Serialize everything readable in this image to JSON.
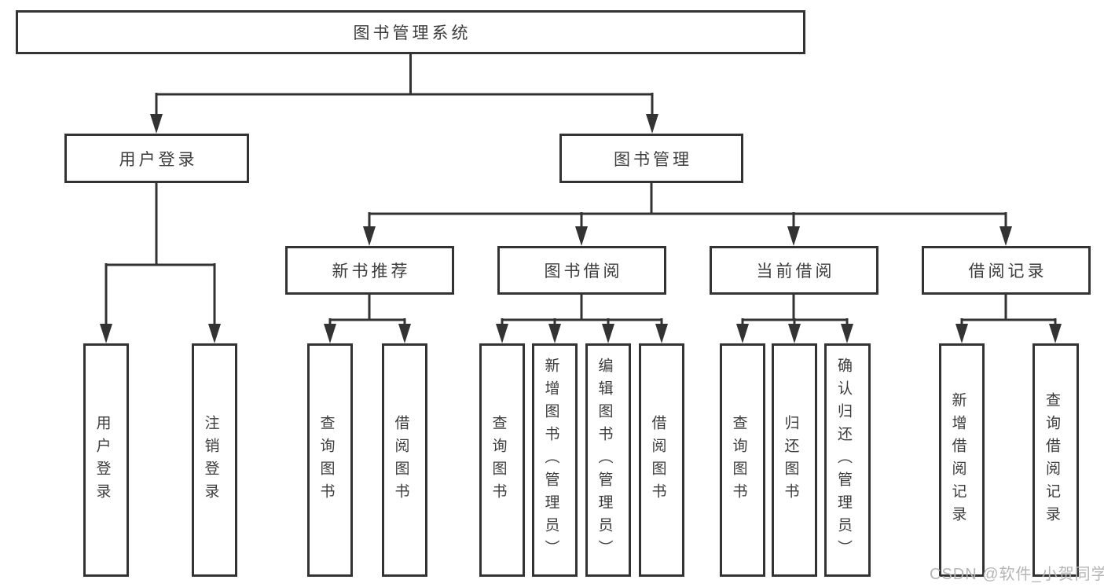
{
  "diagram": {
    "root": {
      "label": "图书管理系统"
    },
    "level2": [
      {
        "label": "用户登录"
      },
      {
        "label": "图书管理"
      }
    ],
    "level3": [
      {
        "label": "新书推荐"
      },
      {
        "label": "图书借阅"
      },
      {
        "label": "当前借阅"
      },
      {
        "label": "借阅记录"
      }
    ],
    "leaves": {
      "user_login": [
        {
          "label": "用户登录"
        },
        {
          "label": "注销登录"
        }
      ],
      "new_books": [
        {
          "label": "查询图书"
        },
        {
          "label": "借阅图书"
        }
      ],
      "book_borrow": [
        {
          "label": "查询图书"
        },
        {
          "label": "新增图书（管理员）"
        },
        {
          "label": "编辑图书（管理员）"
        },
        {
          "label": "借阅图书"
        }
      ],
      "current_borrow": [
        {
          "label": "查询图书"
        },
        {
          "label": "归还图书"
        },
        {
          "label": "确认归还（管理员）"
        }
      ],
      "borrow_records": [
        {
          "label": "新增借阅记录"
        },
        {
          "label": "查询借阅记录"
        }
      ]
    },
    "watermark": "CSDN @软件_小贺同学",
    "colors": {
      "line": "#333333",
      "text": "#3c3c3c",
      "watermark": "#b5b5b5",
      "background": "#ffffff"
    }
  }
}
